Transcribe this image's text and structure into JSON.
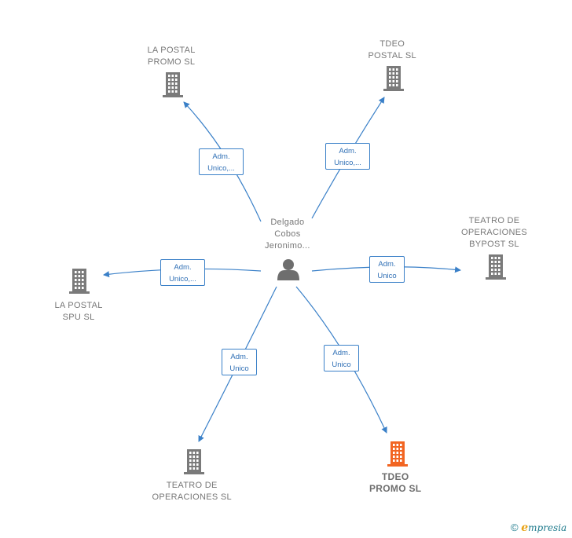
{
  "center": {
    "lines": [
      "Delgado",
      "Cobos",
      "Jeronimo..."
    ],
    "icon": "person-icon"
  },
  "companies": [
    {
      "id": "la-postal-promo-sl",
      "lines": [
        "LA POSTAL",
        "PROMO  SL"
      ],
      "icon": "building-icon",
      "color": "#7a7a7a",
      "highlight": false
    },
    {
      "id": "tdeo-postal-sl",
      "lines": [
        "TDEO",
        "POSTAL  SL"
      ],
      "icon": "building-icon",
      "color": "#7a7a7a",
      "highlight": false
    },
    {
      "id": "teatro-de-operaciones-bypost-sl",
      "lines": [
        "TEATRO DE",
        "OPERACIONES",
        "BYPOST  SL"
      ],
      "icon": "building-icon",
      "color": "#7a7a7a",
      "highlight": false
    },
    {
      "id": "la-postal-spu-sl",
      "lines": [
        "LA POSTAL",
        "SPU  SL"
      ],
      "icon": "building-icon",
      "color": "#7a7a7a",
      "highlight": false
    },
    {
      "id": "teatro-de-operaciones-sl",
      "lines": [
        "TEATRO DE",
        "OPERACIONES SL"
      ],
      "icon": "building-icon",
      "color": "#7a7a7a",
      "highlight": false
    },
    {
      "id": "tdeo-promo-sl",
      "lines": [
        "TDEO",
        "PROMO  SL"
      ],
      "icon": "building-icon",
      "color": "#f26522",
      "highlight": true
    }
  ],
  "edges": [
    {
      "target": "la-postal-promo-sl",
      "lines": [
        "Adm.",
        "Unico,..."
      ]
    },
    {
      "target": "tdeo-postal-sl",
      "lines": [
        "Adm.",
        "Unico,..."
      ]
    },
    {
      "target": "teatro-de-operaciones-bypost-sl",
      "lines": [
        "Adm.",
        "Unico"
      ]
    },
    {
      "target": "la-postal-spu-sl",
      "lines": [
        "Adm.",
        "Unico,..."
      ]
    },
    {
      "target": "teatro-de-operaciones-sl",
      "lines": [
        "Adm.",
        "Unico"
      ]
    },
    {
      "target": "tdeo-promo-sl",
      "lines": [
        "Adm.",
        "Unico"
      ]
    }
  ],
  "colors": {
    "edge": "#3a80c8",
    "building": "#7a7a7a",
    "highlight": "#f26522",
    "person": "#6e6e6e"
  },
  "footer": {
    "copyright": "©",
    "brand_initial": "e",
    "brand_rest": "mpresia"
  }
}
